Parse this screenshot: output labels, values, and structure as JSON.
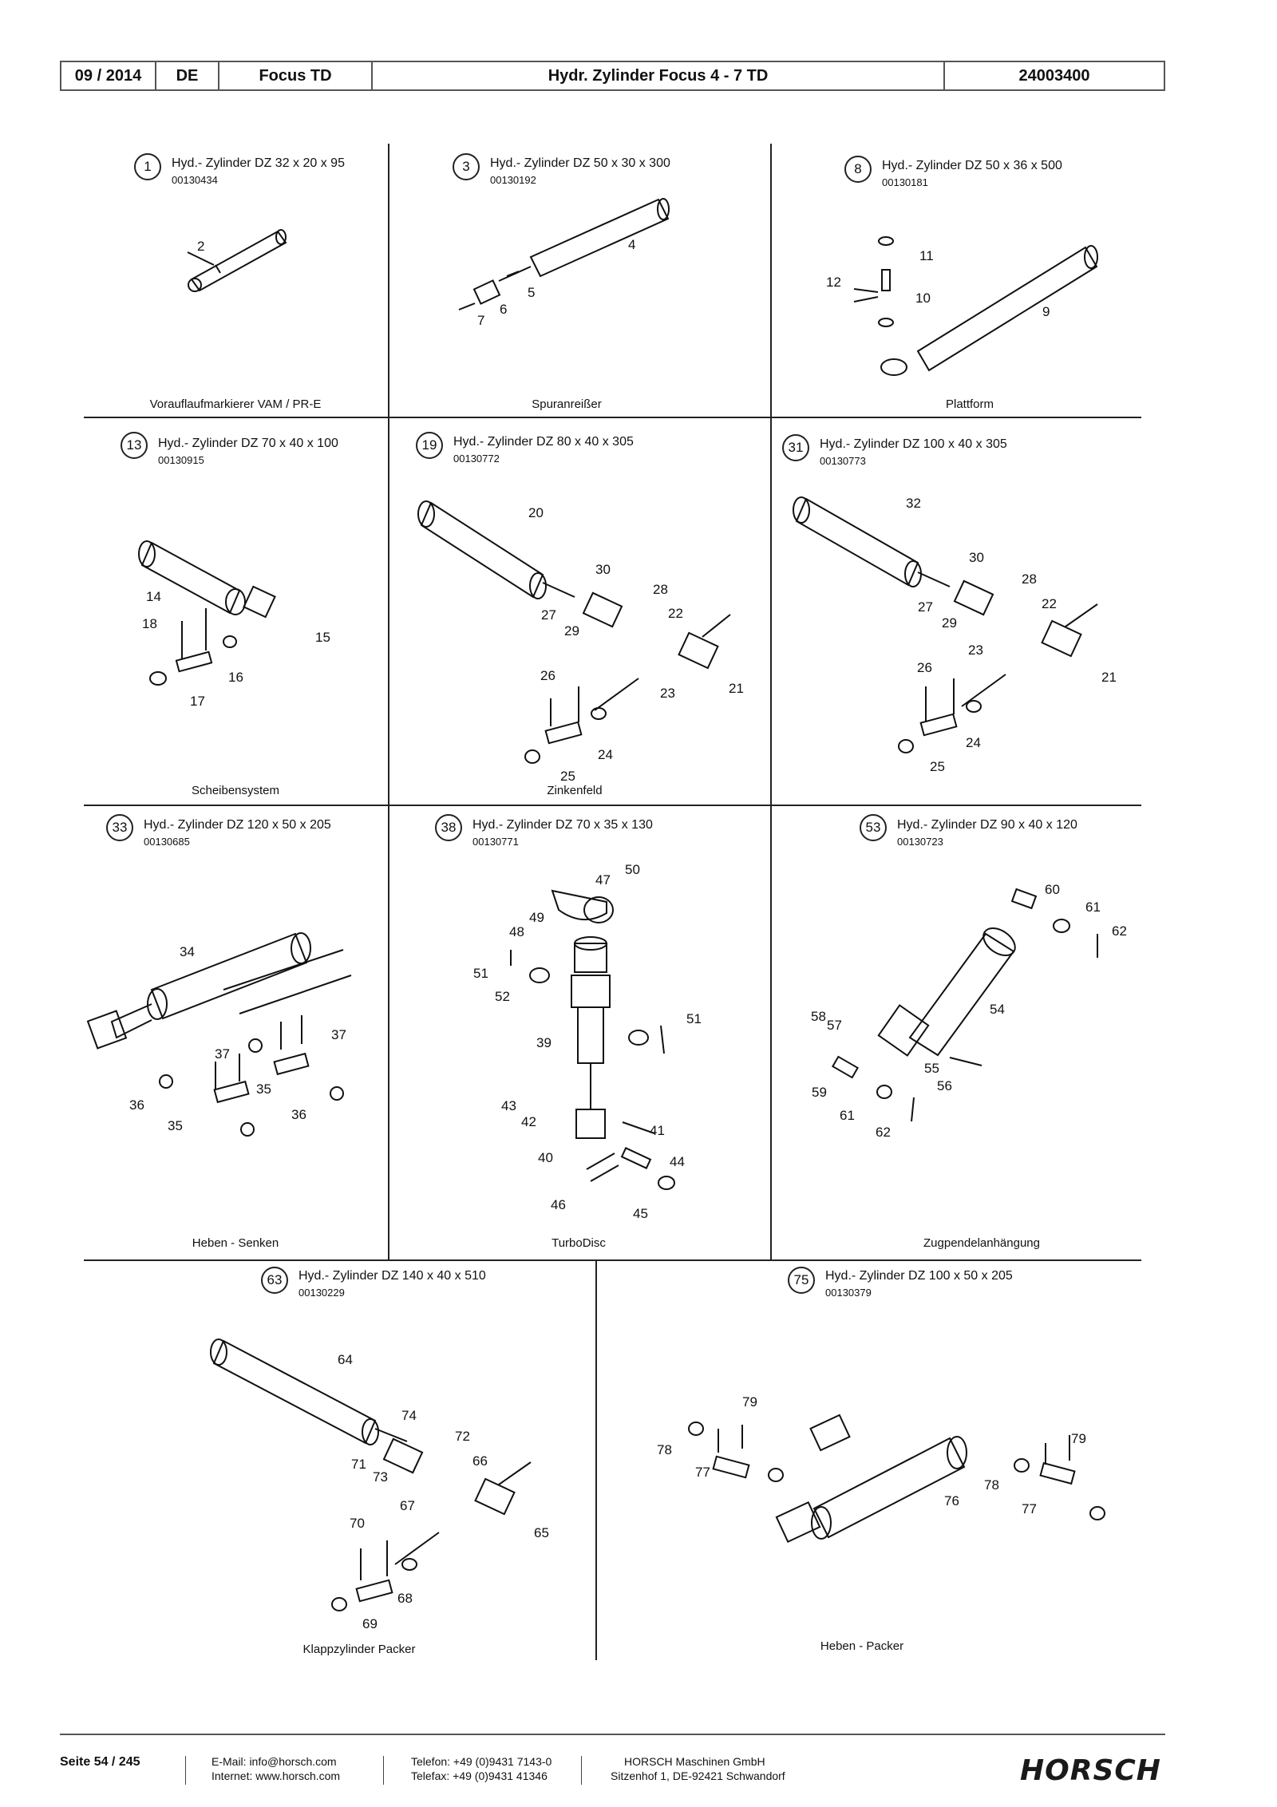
{
  "header": {
    "date": "09 / 2014",
    "lang": "DE",
    "model": "Focus TD",
    "title": "Hydr. Zylinder Focus 4 - 7 TD",
    "docnum": "24003400"
  },
  "panels": [
    {
      "num": "1",
      "title": "Hyd.- Zylinder DZ 32 x 20 x 95",
      "partnum": "00130434",
      "caption": "Vorauflaufmarkierer VAM / PR-E",
      "callouts": [
        "2"
      ]
    },
    {
      "num": "3",
      "title": "Hyd.- Zylinder DZ 50 x 30 x 300",
      "partnum": "00130192",
      "caption": "Spuranreißer",
      "callouts": [
        "4",
        "5",
        "6",
        "7"
      ]
    },
    {
      "num": "8",
      "title": "Hyd.- Zylinder DZ 50 x 36 x 500",
      "partnum": "00130181",
      "caption": "Plattform",
      "callouts": [
        "11",
        "12",
        "10",
        "9"
      ]
    },
    {
      "num": "13",
      "title": "Hyd.- Zylinder DZ 70 x 40 x 100",
      "partnum": "00130915",
      "caption": "Scheibensystem",
      "callouts": [
        "14",
        "18",
        "15",
        "16",
        "17"
      ]
    },
    {
      "num": "19",
      "title": "Hyd.- Zylinder DZ 80 x 40 x 305",
      "partnum": "00130772",
      "caption": "Zinkenfeld",
      "callouts": [
        "20",
        "30",
        "28",
        "27",
        "29",
        "22",
        "26",
        "23",
        "21",
        "24",
        "25"
      ]
    },
    {
      "num": "31",
      "title": "Hyd.- Zylinder DZ 100 x 40 x 305",
      "partnum": "00130773",
      "caption": "",
      "callouts": [
        "32",
        "30",
        "28",
        "27",
        "29",
        "22",
        "23",
        "26",
        "21",
        "24",
        "25"
      ]
    },
    {
      "num": "33",
      "title": "Hyd.- Zylinder DZ 120 x 50 x 205",
      "partnum": "00130685",
      "caption": "Heben - Senken",
      "callouts": [
        "34",
        "37",
        "37",
        "35",
        "36",
        "36",
        "35"
      ]
    },
    {
      "num": "38",
      "title": "Hyd.- Zylinder DZ 70 x 35 x 130",
      "partnum": "00130771",
      "caption": "TurboDisc",
      "callouts": [
        "50",
        "47",
        "49",
        "48",
        "51",
        "52",
        "51",
        "39",
        "43",
        "42",
        "41",
        "40",
        "44",
        "46",
        "45"
      ]
    },
    {
      "num": "53",
      "title": "Hyd.- Zylinder DZ 90 x 40 x 120",
      "partnum": "00130723",
      "caption": "Zugpendelanhängung",
      "callouts": [
        "60",
        "61",
        "62",
        "54",
        "58",
        "57",
        "55",
        "56",
        "59",
        "61",
        "62"
      ]
    },
    {
      "num": "63",
      "title": "Hyd.- Zylinder DZ 140 x 40 x 510",
      "partnum": "00130229",
      "caption": "Klappzylinder Packer",
      "callouts": [
        "64",
        "74",
        "72",
        "71",
        "73",
        "66",
        "67",
        "70",
        "65",
        "68",
        "69"
      ]
    },
    {
      "num": "75",
      "title": "Hyd.- Zylinder DZ 100 x 50 x 205",
      "partnum": "00130379",
      "caption": "Heben - Packer",
      "callouts": [
        "79",
        "78",
        "77",
        "79",
        "76",
        "78",
        "77"
      ]
    }
  ],
  "footer": {
    "page": "Seite 54 / 245",
    "email": "E-Mail: info@horsch.com",
    "internet": "Internet: www.horsch.com",
    "phone": "Telefon: +49 (0)9431 7143-0",
    "fax": "Telefax: +49 (0)9431 41346",
    "company": "HORSCH Maschinen GmbH",
    "address": "Sitzenhof 1, DE-92421 Schwandorf",
    "logo": "HORSCH"
  }
}
